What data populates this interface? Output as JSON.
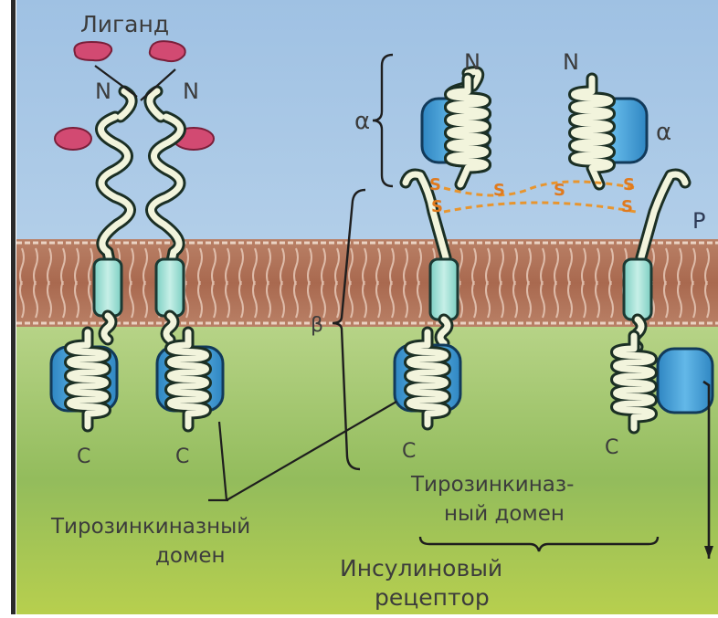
{
  "labels": {
    "ligand": "Лиганд",
    "n_left_1": "N",
    "n_left_2": "N",
    "n_right_1": "N",
    "n_right_2": "N",
    "alpha_left": "α",
    "alpha_right": "α",
    "beta": "β",
    "p": "P",
    "c1": "C",
    "c2": "C",
    "c3": "C",
    "c4": "C",
    "s": "S",
    "tk_left_line1": "Тирозинкиназный",
    "tk_left_line2": "домен",
    "tk_right_line1": "Тирозинкиназ-",
    "tk_right_line2": "ный домен",
    "insulin_line1": "Инсулиновый",
    "insulin_line2": "рецептор"
  },
  "colors": {
    "extracellular": "#a9c9e6",
    "cytoplasm": "#9fc36a",
    "membrane": "#b8745a",
    "ligand": "#d24a72",
    "domain": "#4aa6dc",
    "helix": "#f2f4dc",
    "transmembrane": "#a8e0d6",
    "disulfide": "#e8952e",
    "lines": "#1e1e1e",
    "text": "#3c3c3c"
  }
}
